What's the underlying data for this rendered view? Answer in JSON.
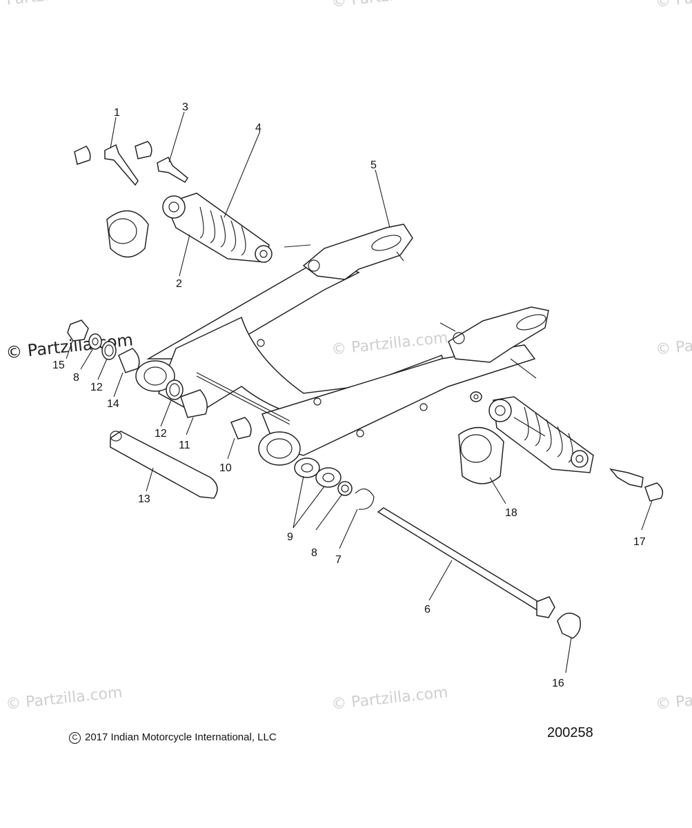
{
  "watermark": "© Partzilla.com",
  "copyright": "2017 Indian Motorcycle International, LLC",
  "figure_number": "200258",
  "callouts": [
    "1",
    "2",
    "3",
    "4",
    "5",
    "6",
    "7",
    "8",
    "9",
    "10",
    "11",
    "12",
    "13",
    "14",
    "15",
    "16",
    "17",
    "18"
  ],
  "callouts_extra": [
    "8",
    "12"
  ]
}
